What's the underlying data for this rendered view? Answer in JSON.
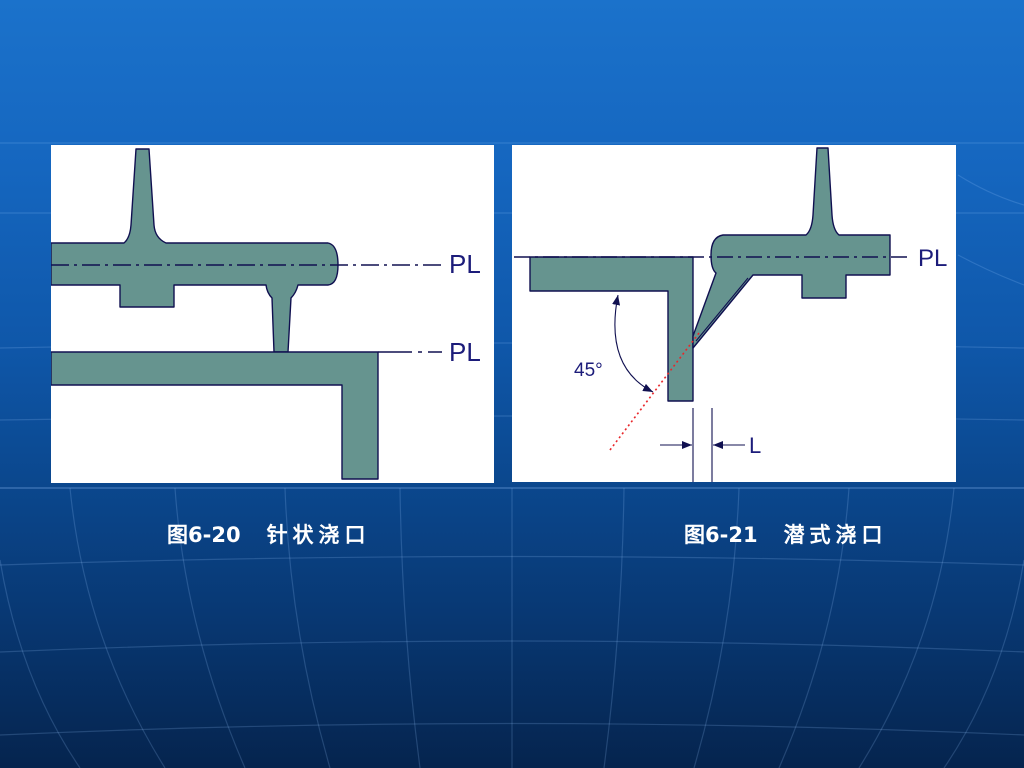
{
  "slide": {
    "background_top": "#1b72cb",
    "background_bottom": "#05244e"
  },
  "colors": {
    "part_fill": "#66948f",
    "outline": "#101050",
    "label": "#1c1c7a",
    "reference": "#e8262a"
  },
  "figures": [
    {
      "number": "图6-20",
      "title": "针状浇口",
      "labels": {
        "parting_line_upper": "PL",
        "parting_line_lower": "PL"
      }
    },
    {
      "number": "图6-21",
      "title": "潜式浇口",
      "labels": {
        "parting_line": "PL",
        "angle": "45°",
        "dimension": "L"
      }
    }
  ]
}
